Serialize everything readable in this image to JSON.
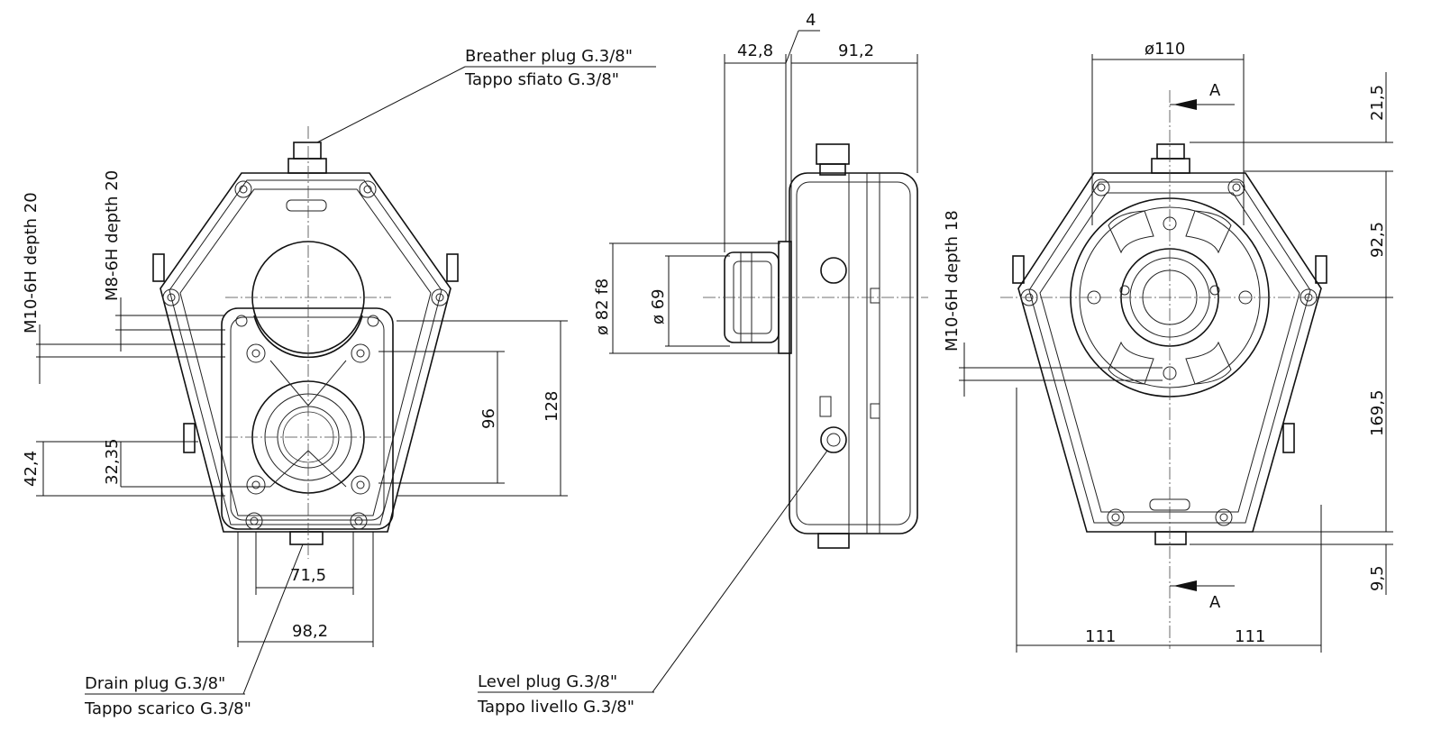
{
  "labels": {
    "breather_en": "Breather plug G.3/8\"",
    "breather_it": "Tappo sfiato G.3/8\"",
    "drain_en": "Drain plug G.3/8\"",
    "drain_it": "Tappo scarico G.3/8\"",
    "level_en": "Level plug G.3/8\"",
    "level_it": "Tappo livello G.3/8\"",
    "m10_left": "M10-6H depth 20",
    "m8_left": "M8-6H depth 20",
    "m10_right": "M10-6H depth 18",
    "section_a_top": "A",
    "section_a_bottom": "A"
  },
  "dimensions": {
    "d_42_4": "42,4",
    "d_32_35": "32,35",
    "d_96": "96",
    "d_128": "128",
    "d_71_5": "71,5",
    "d_98_2": "98,2",
    "d_4": "4",
    "d_42_8": "42,8",
    "d_91_2": "91,2",
    "d_82f8": "ø 82 f8",
    "d_69": "ø 69",
    "d_110": "ø110",
    "d_21_5": "21,5",
    "d_92_5": "92,5",
    "d_169_5": "169,5",
    "d_9_5": "9,5",
    "d_111_left": "111",
    "d_111_right": "111"
  }
}
